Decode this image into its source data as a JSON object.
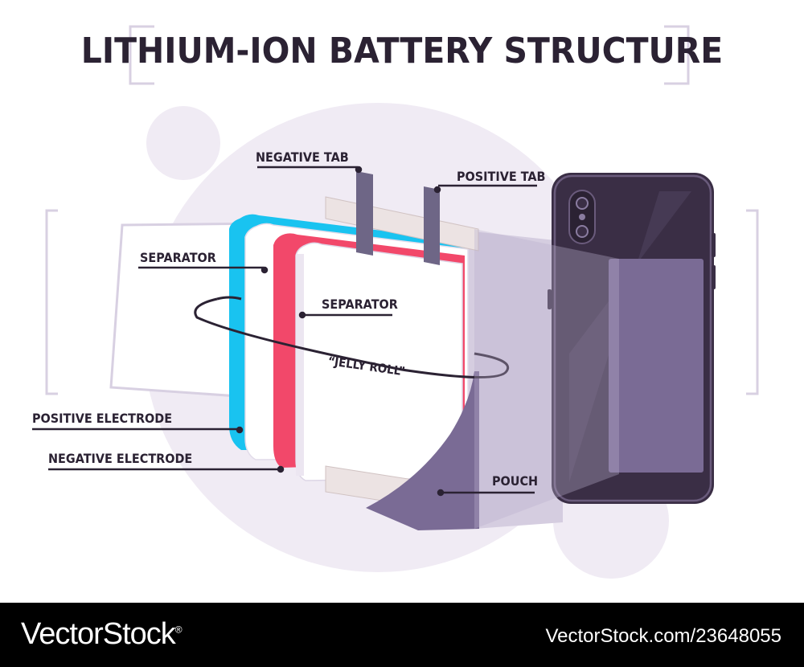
{
  "title": "LITHIUM-ION BATTERY STRUCTURE",
  "labels": {
    "negative_tab": "NEGATIVE TAB",
    "positive_tab": "POSITIVE TAB",
    "separator_outer": "SEPARATOR",
    "separator_inner": "SEPARATOR",
    "jelly_roll": "“JELLY ROLL”",
    "positive_electrode": "POSITIVE ELECTRODE",
    "negative_electrode": "NEGATIVE ELECTRODE",
    "pouch": "POUCH"
  },
  "colors": {
    "text": "#2b2233",
    "background_circle": "#f0ebf4",
    "positive_electrode": "#19c3f0",
    "negative_electrode": "#f2486a",
    "pouch": "#7a6b95",
    "phone_body": "#3a2e45",
    "phone_screen_panel": "#7a6b95",
    "tab": "#6e6686",
    "frame_bracket": "#d8d0e2"
  },
  "footer": {
    "brand": "VectorStock",
    "brand_mark": "®",
    "url": "VectorStock.com/23648055"
  }
}
